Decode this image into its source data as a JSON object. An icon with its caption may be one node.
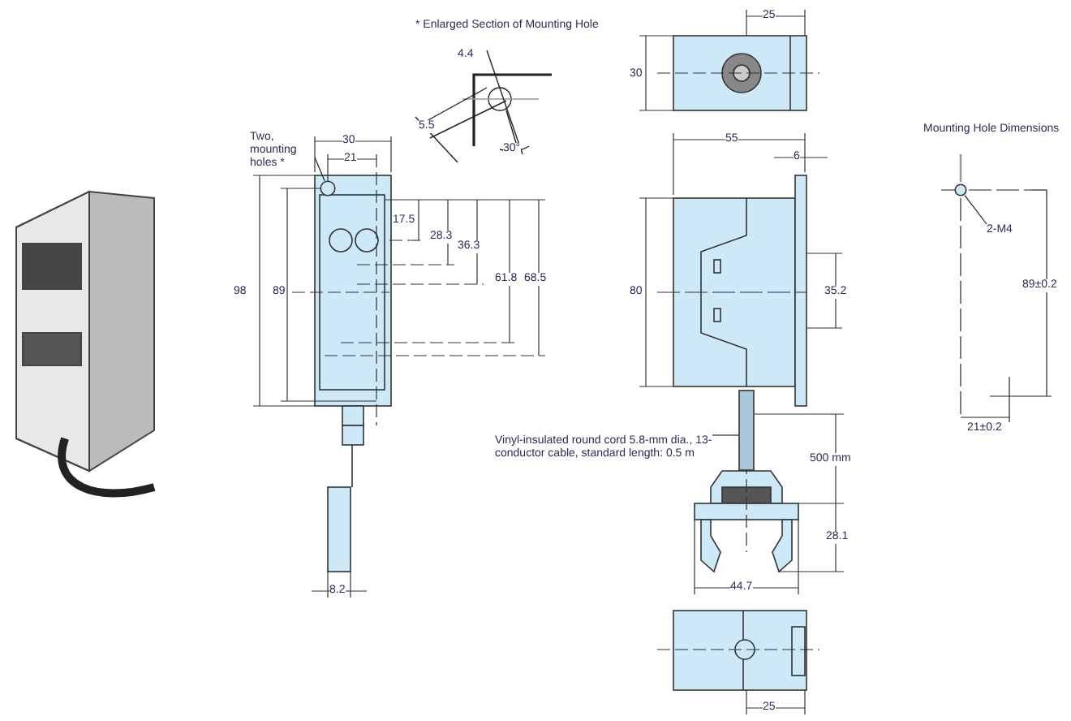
{
  "diagram": {
    "nodes": [
      {
        "text": [
          "Two, mounting holes *"
        ]
      },
      {
        "text": [],
        "shape": "circle"
      },
      {
        "text": [
          "Vinyl-insulated round cord 5.8-mm dia., 13-conductor cable, standard length: 0.5 m"
        ]
      },
      {
        "text": [],
        "shape": "bar"
      },
      {
        "text": [
          "2-M4"
        ]
      },
      {
        "text": [],
        "shape": "circle"
      }
    ],
    "edges": [
      {
        "from": 0,
        "to": 1,
        "arrow": "none"
      },
      {
        "from": 2,
        "to": 3,
        "arrow": "none"
      },
      {
        "from": 4,
        "to": 5,
        "arrow": "none"
      }
    ],
    "labels": [
      "* Enlarged Section of Mounting Hole",
      "4.4",
      "5.5",
      "30°",
      "30",
      "21",
      "98",
      "89",
      "17.5",
      "28.3",
      "36.3",
      "61.8",
      "68.5",
      "8.2",
      "25",
      "30",
      "55",
      "6",
      "80",
      "35.2",
      "500 mm",
      "28.1",
      "44.7",
      "25",
      "Mounting Hole Dimensions",
      "89±0.2",
      "21±0.2"
    ]
  }
}
